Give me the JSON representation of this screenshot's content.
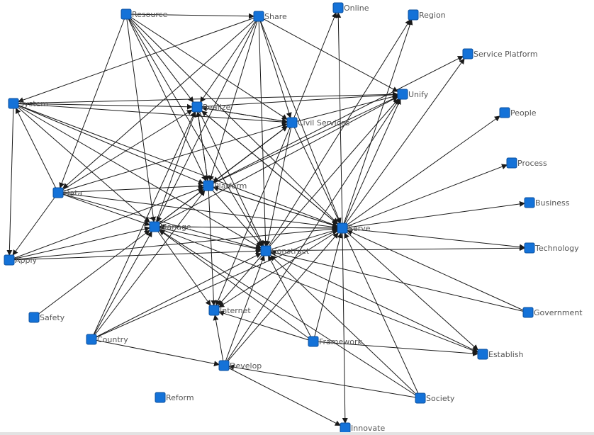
{
  "colors": {
    "node_fill": "#1472d8",
    "node_border": "#0a4f9e",
    "edge": "#1a1a1a",
    "label": "#555555"
  },
  "nodes": [
    {
      "id": "resource",
      "label": "Resource"
    },
    {
      "id": "share",
      "label": "Share"
    },
    {
      "id": "online",
      "label": "Online"
    },
    {
      "id": "region",
      "label": "Region"
    },
    {
      "id": "service_platform",
      "label": "Service Platform"
    },
    {
      "id": "system",
      "label": "System"
    },
    {
      "id": "realize",
      "label": "Realize"
    },
    {
      "id": "unify",
      "label": "Unify"
    },
    {
      "id": "civil_services",
      "label": "Civil Services"
    },
    {
      "id": "people",
      "label": "People"
    },
    {
      "id": "process",
      "label": "Process"
    },
    {
      "id": "data",
      "label": "Data"
    },
    {
      "id": "platform",
      "label": "Platform"
    },
    {
      "id": "business",
      "label": "Business"
    },
    {
      "id": "manage",
      "label": "Manage"
    },
    {
      "id": "serve",
      "label": "Serve"
    },
    {
      "id": "construct",
      "label": "Construct"
    },
    {
      "id": "technology",
      "label": "Technology"
    },
    {
      "id": "apply",
      "label": "Apply"
    },
    {
      "id": "safety",
      "label": "Safety"
    },
    {
      "id": "internet",
      "label": "Internet"
    },
    {
      "id": "government",
      "label": "Government"
    },
    {
      "id": "country",
      "label": "Country"
    },
    {
      "id": "framework",
      "label": "Framework"
    },
    {
      "id": "establish",
      "label": "Establish"
    },
    {
      "id": "develop",
      "label": "Develop"
    },
    {
      "id": "reform",
      "label": "Reform"
    },
    {
      "id": "society",
      "label": "Society"
    },
    {
      "id": "innovate",
      "label": "Innovate"
    }
  ],
  "edges": [
    [
      "resource",
      "share"
    ],
    [
      "resource",
      "realize"
    ],
    [
      "resource",
      "platform"
    ],
    [
      "resource",
      "manage"
    ],
    [
      "resource",
      "construct"
    ],
    [
      "resource",
      "serve"
    ],
    [
      "resource",
      "data"
    ],
    [
      "resource",
      "civil_services"
    ],
    [
      "share",
      "realize"
    ],
    [
      "share",
      "platform"
    ],
    [
      "share",
      "manage"
    ],
    [
      "share",
      "construct"
    ],
    [
      "share",
      "serve"
    ],
    [
      "share",
      "civil_services"
    ],
    [
      "share",
      "data"
    ],
    [
      "share",
      "system"
    ],
    [
      "share",
      "unify"
    ],
    [
      "system",
      "realize"
    ],
    [
      "system",
      "civil_services"
    ],
    [
      "system",
      "platform"
    ],
    [
      "system",
      "manage"
    ],
    [
      "system",
      "construct"
    ],
    [
      "system",
      "serve"
    ],
    [
      "system",
      "apply"
    ],
    [
      "system",
      "unify"
    ],
    [
      "data",
      "system"
    ],
    [
      "data",
      "realize"
    ],
    [
      "data",
      "platform"
    ],
    [
      "data",
      "manage"
    ],
    [
      "data",
      "construct"
    ],
    [
      "data",
      "serve"
    ],
    [
      "data",
      "apply"
    ],
    [
      "data",
      "civil_services"
    ],
    [
      "manage",
      "realize"
    ],
    [
      "manage",
      "platform"
    ],
    [
      "manage",
      "construct"
    ],
    [
      "manage",
      "internet"
    ],
    [
      "manage",
      "serve"
    ],
    [
      "manage",
      "civil_services"
    ],
    [
      "manage",
      "unify"
    ],
    [
      "manage",
      "establish"
    ],
    [
      "apply",
      "manage"
    ],
    [
      "apply",
      "construct"
    ],
    [
      "apply",
      "platform"
    ],
    [
      "apply",
      "serve"
    ],
    [
      "realize",
      "civil_services"
    ],
    [
      "realize",
      "platform"
    ],
    [
      "realize",
      "construct"
    ],
    [
      "realize",
      "serve"
    ],
    [
      "realize",
      "unify"
    ],
    [
      "civil_services",
      "online"
    ],
    [
      "civil_services",
      "unify"
    ],
    [
      "civil_services",
      "platform"
    ],
    [
      "civil_services",
      "construct"
    ],
    [
      "civil_services",
      "serve"
    ],
    [
      "civil_services",
      "internet"
    ],
    [
      "civil_services",
      "realize"
    ],
    [
      "platform",
      "construct"
    ],
    [
      "platform",
      "serve"
    ],
    [
      "platform",
      "internet"
    ],
    [
      "platform",
      "civil_services"
    ],
    [
      "platform",
      "unify"
    ],
    [
      "platform",
      "realize"
    ],
    [
      "platform",
      "service_platform"
    ],
    [
      "construct",
      "serve"
    ],
    [
      "construct",
      "technology"
    ],
    [
      "construct",
      "establish"
    ],
    [
      "construct",
      "internet"
    ],
    [
      "construct",
      "region"
    ],
    [
      "construct",
      "unify"
    ],
    [
      "serve",
      "realize"
    ],
    [
      "serve",
      "online"
    ],
    [
      "serve",
      "region"
    ],
    [
      "serve",
      "service_platform"
    ],
    [
      "serve",
      "unify"
    ],
    [
      "serve",
      "people"
    ],
    [
      "serve",
      "process"
    ],
    [
      "serve",
      "business"
    ],
    [
      "serve",
      "technology"
    ],
    [
      "serve",
      "innovate"
    ],
    [
      "serve",
      "establish"
    ],
    [
      "serve",
      "platform"
    ],
    [
      "serve",
      "manage"
    ],
    [
      "serve",
      "internet"
    ],
    [
      "government",
      "serve"
    ],
    [
      "government",
      "construct"
    ],
    [
      "country",
      "manage"
    ],
    [
      "country",
      "construct"
    ],
    [
      "country",
      "develop"
    ],
    [
      "country",
      "realize"
    ],
    [
      "country",
      "platform"
    ],
    [
      "country",
      "serve"
    ],
    [
      "safety",
      "manage"
    ],
    [
      "framework",
      "serve"
    ],
    [
      "framework",
      "construct"
    ],
    [
      "framework",
      "establish"
    ],
    [
      "framework",
      "internet"
    ],
    [
      "framework",
      "manage"
    ],
    [
      "develop",
      "internet"
    ],
    [
      "develop",
      "construct"
    ],
    [
      "develop",
      "serve"
    ],
    [
      "develop",
      "innovate"
    ],
    [
      "develop",
      "unify"
    ],
    [
      "society",
      "serve"
    ],
    [
      "society",
      "develop"
    ],
    [
      "society",
      "construct"
    ],
    [
      "society",
      "manage"
    ]
  ]
}
